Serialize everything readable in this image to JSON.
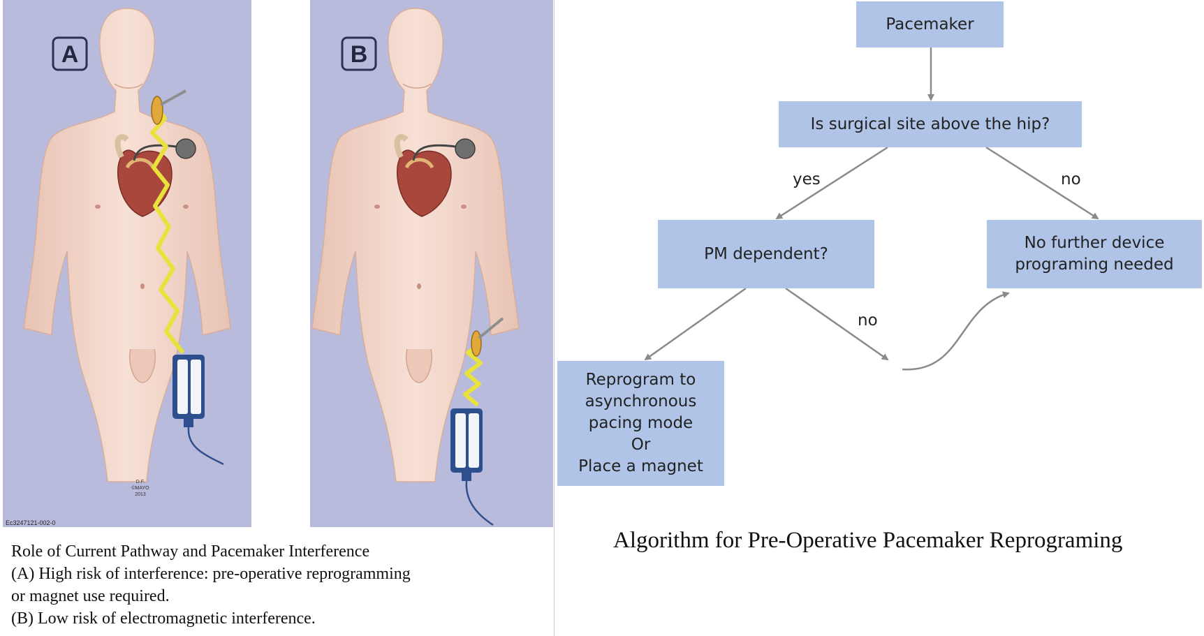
{
  "panels": {
    "a": {
      "letter": "A",
      "code": "Ec3247121-002-0",
      "credit": [
        "D.F.",
        "©MAYO",
        "2013"
      ]
    },
    "b": {
      "letter": "B"
    }
  },
  "caption": {
    "title": "Role of Current Pathway and Pacemaker Interference",
    "line_a1": "(A) High risk of interference: pre-operative reprogramming",
    "line_a2": "or magnet use required.",
    "line_b": "(B) Low risk of electromagnetic interference."
  },
  "flowchart": {
    "title": "Algorithm for Pre-Operative Pacemaker Reprograming",
    "nodes": {
      "pacemaker": "Pacemaker",
      "surgical_site": "Is surgical site above the hip?",
      "pm_dependent": "PM dependent?",
      "no_further": "No further device\nprograming needed",
      "reprogram": "Reprogram to\nasynchronous\npacing mode\nOr\nPlace a magnet"
    },
    "edges": {
      "yes": "yes",
      "no_site": "no",
      "no_pm": "no"
    }
  },
  "colors": {
    "panel_background": "#b9bbdc",
    "node_fill": "#b0c4e8",
    "arrow": "#8a8a8a",
    "skin": "#f3d7ca",
    "interference": "#e8e23a"
  }
}
